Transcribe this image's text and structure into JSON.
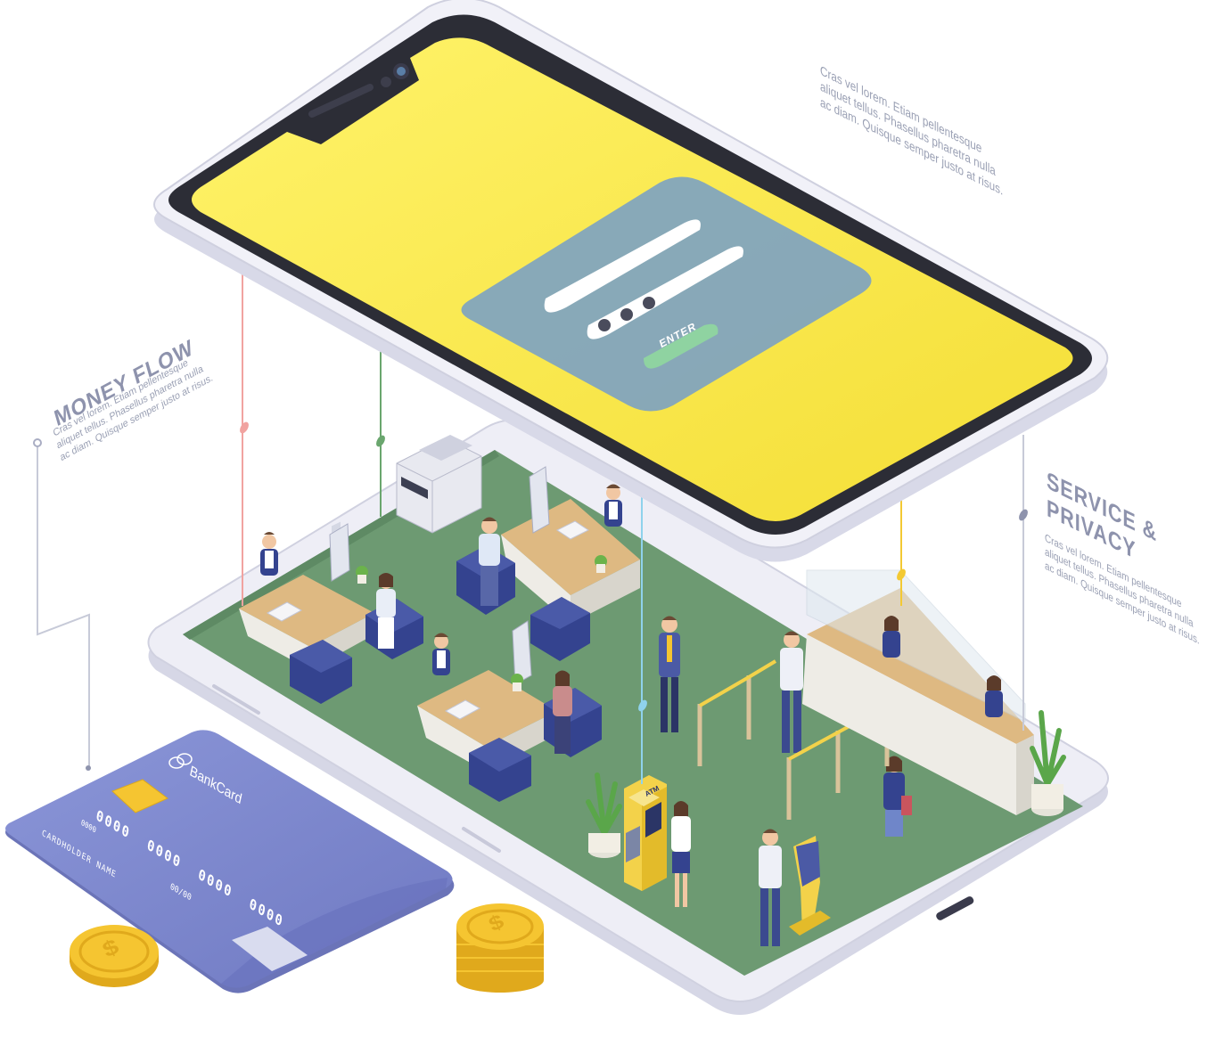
{
  "login": {
    "enter_label": "ENTER"
  },
  "money_flow": {
    "title": "MONEY FLOW",
    "lines": [
      "Cras vel lorem. Etiam pellentesque",
      "aliquet tellus. Phasellus pharetra nulla",
      "ac diam. Quisque semper justo at risus."
    ]
  },
  "top_note": {
    "lines": [
      "Cras vel lorem. Etiam pellentesque",
      "aliquet tellus. Phasellus pharetra nulla",
      "ac diam. Quisque semper justo at risus."
    ]
  },
  "service_privacy": {
    "title_line1": "SERVICE &",
    "title_line2": "PRIVACY",
    "lines": [
      "Cras vel lorem. Etiam pellentesque",
      "aliquet tellus. Phasellus pharetra nulla",
      "ac diam. Quisque semper justo at risus."
    ]
  },
  "bank_card": {
    "brand": "BankCard",
    "number": "0000  0000  0000  0000",
    "small_number": "0000",
    "holder_label": "CARDHOLDER NAME",
    "expiry": "00/00"
  },
  "atm": {
    "label": "ATM"
  },
  "coin": {
    "symbol": "$"
  },
  "colors": {
    "screen_yellow": "#fbe94a",
    "floor_green": "#6d9a72",
    "card_blue": "#7b86cc",
    "furniture_navy": "#34438f",
    "coin_gold": "#f5c531",
    "login_panel": "#7ea3c1",
    "enter_green": "#8fd3a1"
  }
}
